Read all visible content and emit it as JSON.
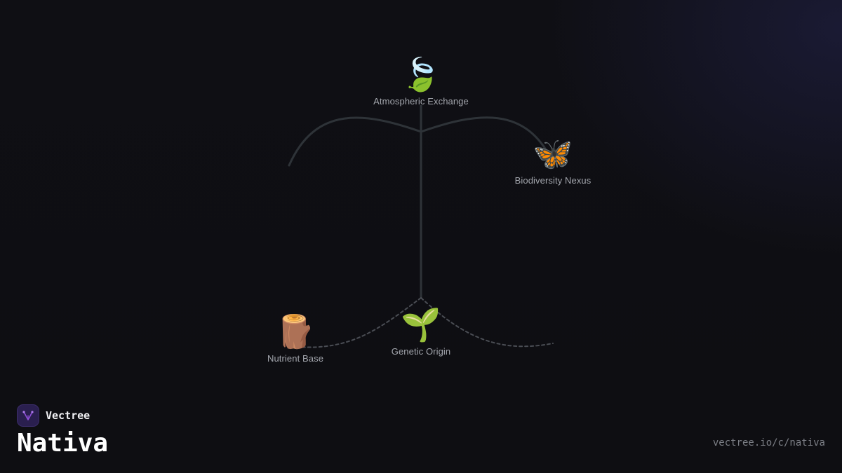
{
  "diagram": {
    "nodes": [
      {
        "id": "atmospheric",
        "icon": "leaf-fluttering-icon",
        "glyph": "🍃",
        "label": "Atmospheric Exchange"
      },
      {
        "id": "biodiversity",
        "icon": "butterfly-icon",
        "glyph": "🦋",
        "label": "Biodiversity Nexus"
      },
      {
        "id": "nutrient",
        "icon": "wood-log-icon",
        "glyph": "🪵",
        "label": "Nutrient Base"
      },
      {
        "id": "genetic",
        "icon": "seedling-icon",
        "glyph": "🌱",
        "label": "Genetic Origin"
      }
    ],
    "colors": {
      "branch": "#2e3338",
      "root": "#4a4d54",
      "label": "#a3a6ad"
    }
  },
  "brand": {
    "name": "Vectree",
    "icon": "vectree-logo-icon",
    "accent": "#8f4fd8"
  },
  "page": {
    "title": "Nativa",
    "url": "vectree.io/c/nativa"
  }
}
